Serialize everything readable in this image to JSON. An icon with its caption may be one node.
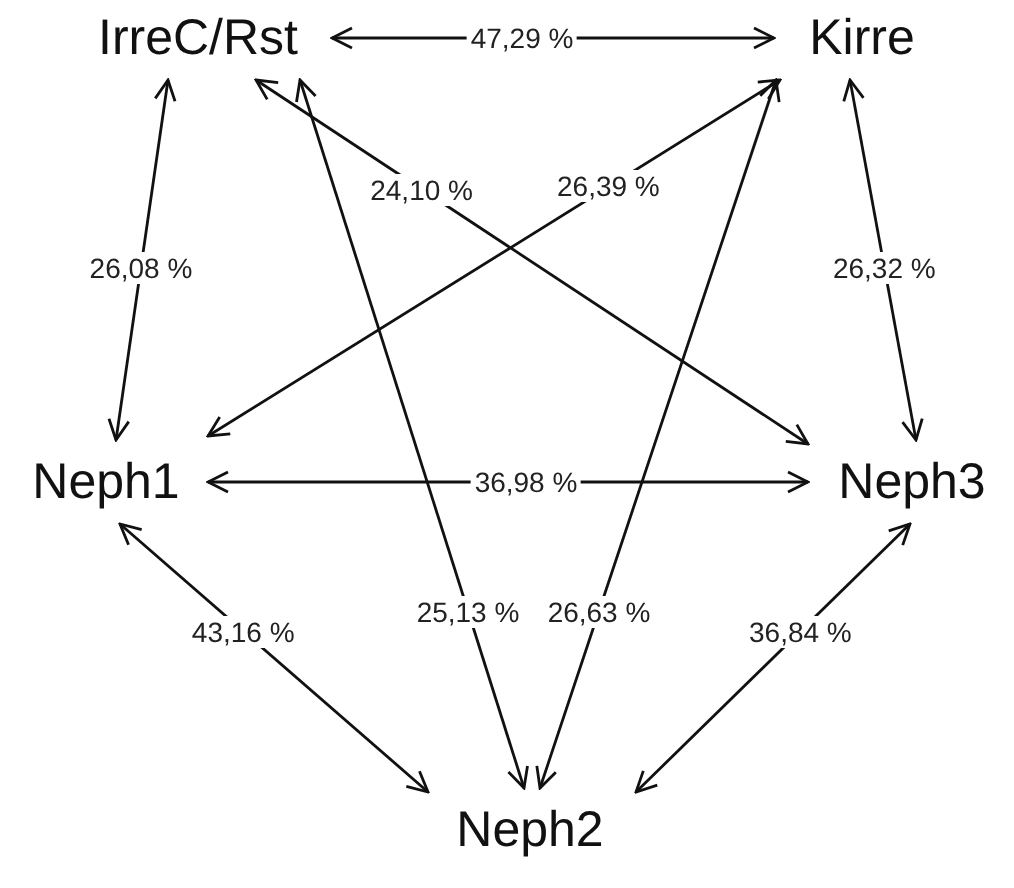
{
  "diagram": {
    "nodes": [
      {
        "text": [
          "IrreC/Rst"
        ]
      },
      {
        "text": [
          "Kirre"
        ]
      },
      {
        "text": [
          "Neph1"
        ]
      },
      {
        "text": [
          "Neph3"
        ]
      },
      {
        "text": [
          "Neph2"
        ]
      }
    ],
    "edges": [
      {
        "from": 0,
        "to": 1,
        "arrow": "both",
        "label": "47,29 %"
      },
      {
        "from": 0,
        "to": 2,
        "arrow": "both",
        "label": "26,08 %"
      },
      {
        "from": 1,
        "to": 3,
        "arrow": "both",
        "label": "26,32 %"
      },
      {
        "from": 0,
        "to": 3,
        "arrow": "both",
        "label": "24,10 %"
      },
      {
        "from": 1,
        "to": 2,
        "arrow": "both",
        "label": "26,39 %"
      },
      {
        "from": 2,
        "to": 3,
        "arrow": "both",
        "label": "36,98 %"
      },
      {
        "from": 0,
        "to": 4,
        "arrow": "both",
        "label": "25,13 %"
      },
      {
        "from": 1,
        "to": 4,
        "arrow": "both",
        "label": "26,63 %"
      },
      {
        "from": 2,
        "to": 4,
        "arrow": "both",
        "label": "43,16 %"
      },
      {
        "from": 3,
        "to": 4,
        "arrow": "both",
        "label": "36,84 %"
      }
    ]
  }
}
